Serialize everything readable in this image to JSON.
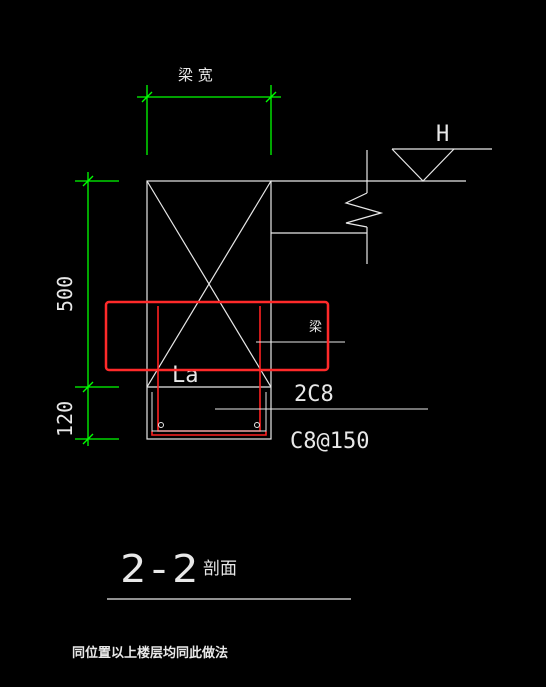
{
  "drawing": {
    "beam_width_label": "梁 宽",
    "elevation_label": "H",
    "dim_500": "500",
    "dim_120": "120",
    "beam_label": "梁",
    "anchorage_label": "La",
    "bottom_bars_label": "2C8",
    "stirrups_label": "C8@150",
    "section_title_number": "2-2",
    "section_title_text": "剖面",
    "note": "同位置以上楼层均同此做法"
  },
  "colors": {
    "background": "#000000",
    "lines": "#e8e8e8",
    "dimension": "#00ff00",
    "rebar": "#ff2020",
    "highlight": "#ff2a2a"
  }
}
